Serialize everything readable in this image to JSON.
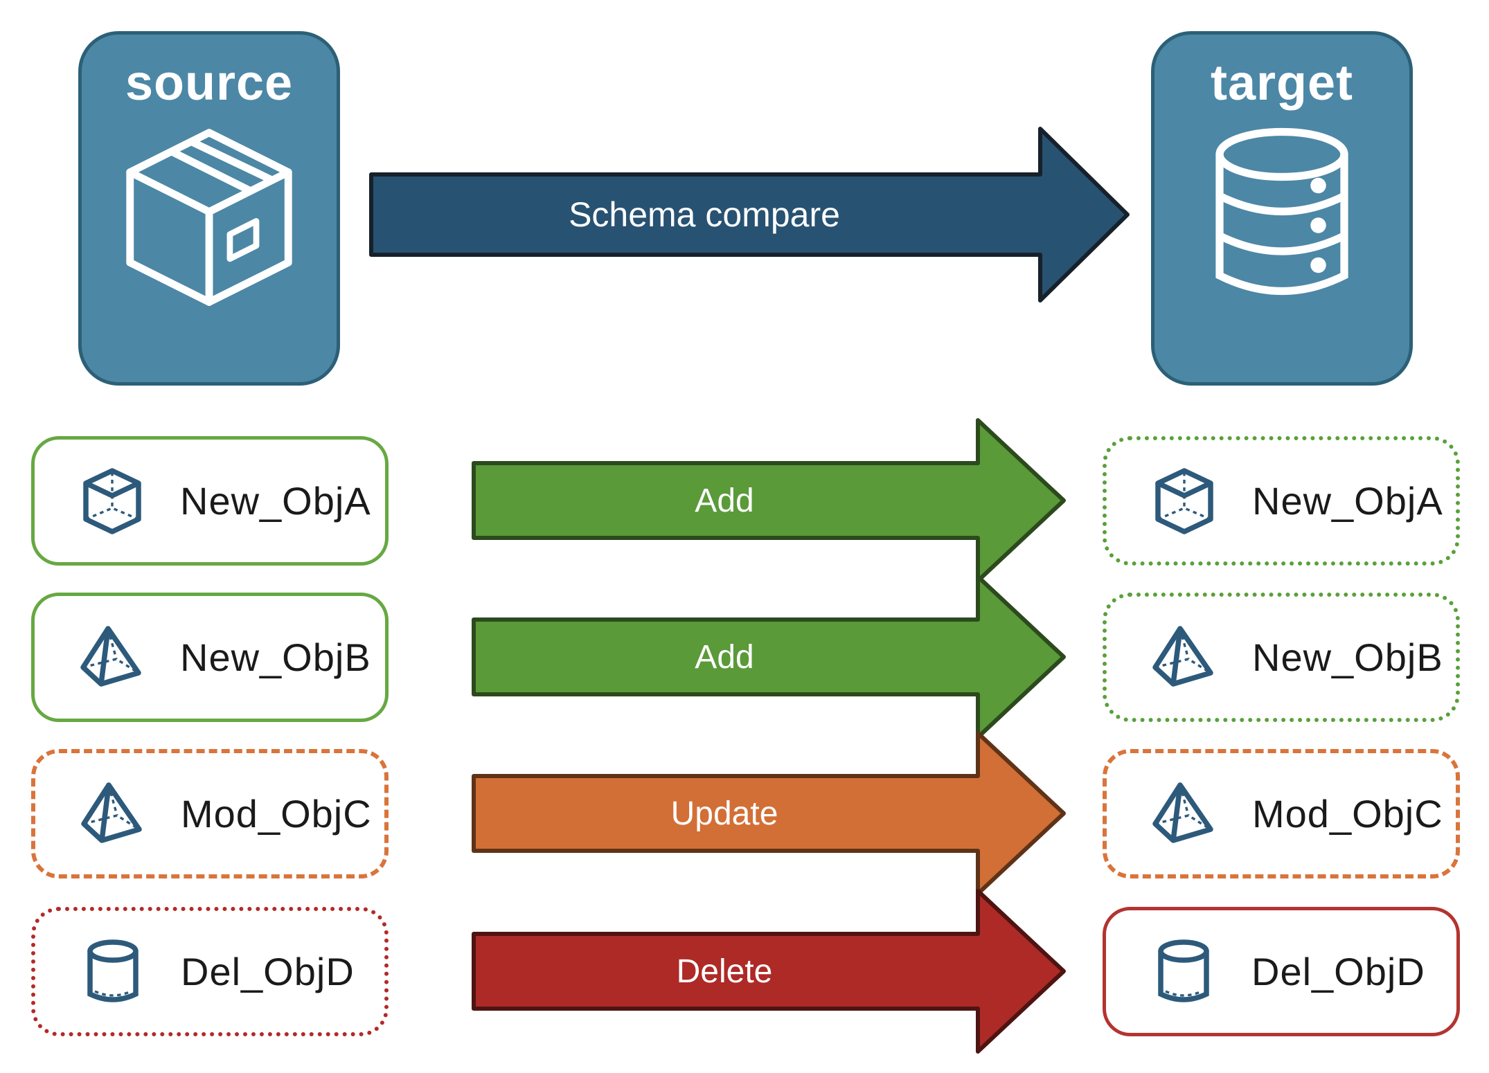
{
  "palette": {
    "card_fill": "#4C87A6",
    "card_border": "#2C6076",
    "icon_stroke": "#2D5A7B",
    "label_color": "#1A1A1A",
    "compare_fill": "#285272",
    "compare_stroke": "#16212B"
  },
  "source_card": {
    "title": "source",
    "icon": "package-icon"
  },
  "target_card": {
    "title": "target",
    "icon": "database-icon"
  },
  "compare_arrow": {
    "label": "Schema compare",
    "fill": "#285272",
    "stroke": "#16212B"
  },
  "rows": [
    {
      "source": {
        "label": "New_ObjA",
        "icon": "cube-icon",
        "border_style": "solid",
        "border_color": "#67A842",
        "border_width": 5
      },
      "arrow": {
        "label": "Add",
        "fill": "#5A9A39",
        "stroke": "#2C4A1D"
      },
      "target": {
        "label": "New_ObjA",
        "icon": "cube-icon",
        "border_style": "dotted",
        "border_color": "#5AA03A",
        "border_width": 6
      }
    },
    {
      "source": {
        "label": "New_ObjB",
        "icon": "pyramid-icon",
        "border_style": "solid",
        "border_color": "#67A842",
        "border_width": 5
      },
      "arrow": {
        "label": "Add",
        "fill": "#5A9A39",
        "stroke": "#2C4A1D"
      },
      "target": {
        "label": "New_ObjB",
        "icon": "pyramid-icon",
        "border_style": "dotted",
        "border_color": "#5AA03A",
        "border_width": 6
      }
    },
    {
      "source": {
        "label": "Mod_ObjC",
        "icon": "pyramid-icon",
        "border_style": "dashed",
        "border_color": "#D9743B",
        "border_width": 6
      },
      "arrow": {
        "label": "Update",
        "fill": "#D26F36",
        "stroke": "#5E3318"
      },
      "target": {
        "label": "Mod_ObjC",
        "icon": "pyramid-icon",
        "border_style": "dashed",
        "border_color": "#D9743B",
        "border_width": 6
      }
    },
    {
      "source": {
        "label": "Del_ObjD",
        "icon": "cylinder-icon",
        "border_style": "dotted",
        "border_color": "#B22A27",
        "border_width": 6
      },
      "arrow": {
        "label": "Delete",
        "fill": "#AD2A27",
        "stroke": "#4E1412"
      },
      "target": {
        "label": "Del_ObjD",
        "icon": "cylinder-icon",
        "border_style": "solid",
        "border_color": "#B33430",
        "border_width": 5
      }
    }
  ],
  "layout": {
    "row_tops": [
      630,
      856,
      1082,
      1310
    ]
  }
}
